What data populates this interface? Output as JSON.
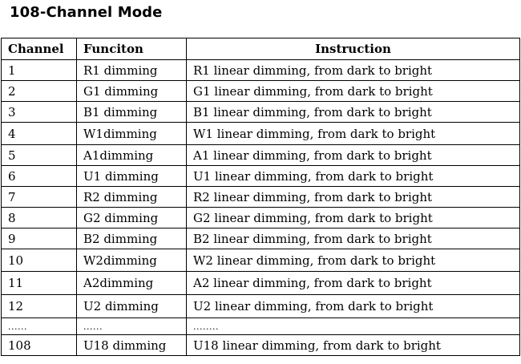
{
  "title": "108-Channel Mode",
  "headers": [
    "Channel",
    "Funciton",
    "Instruction"
  ],
  "rows": [
    {
      "channel": "1",
      "function": "R1 dimming",
      "instruction": "R1 linear dimming, from dark to bright"
    },
    {
      "channel": "2",
      "function": "G1 dimming",
      "instruction": "G1 linear dimming, from dark to bright"
    },
    {
      "channel": "3",
      "function": "B1 dimming",
      "instruction": "B1 linear dimming, from dark to bright"
    },
    {
      "channel": "4",
      "function": "W1dimming",
      "instruction": "W1 linear dimming, from dark to bright"
    },
    {
      "channel": "5",
      "function": "A1dimming",
      "instruction": "A1 linear dimming, from dark to bright"
    },
    {
      "channel": "6",
      "function": "U1 dimming",
      "instruction": "U1 linear dimming, from dark to bright"
    },
    {
      "channel": "7",
      "function": "R2 dimming",
      "instruction": "R2 linear dimming, from dark to bright"
    },
    {
      "channel": "8",
      "function": "G2 dimming",
      "instruction": "G2 linear dimming, from dark to bright"
    },
    {
      "channel": "9",
      "function": "B2 dimming",
      "instruction": "B2 linear dimming, from dark to bright"
    },
    {
      "channel": "10",
      "function": "W2dimming",
      "instruction": "W2 linear dimming, from dark to bright"
    },
    {
      "channel": "11",
      "function": "A2dimming",
      "instruction": "A2 linear dimming, from dark to bright"
    },
    {
      "channel": "12",
      "function": "U2 dimming",
      "instruction": "U2 linear dimming, from dark to bright"
    },
    {
      "channel": "......",
      "function": "......",
      "instruction": "........"
    },
    {
      "channel": "108",
      "function": "U18 dimming",
      "instruction": "U18 linear dimming, from dark to bright"
    }
  ]
}
